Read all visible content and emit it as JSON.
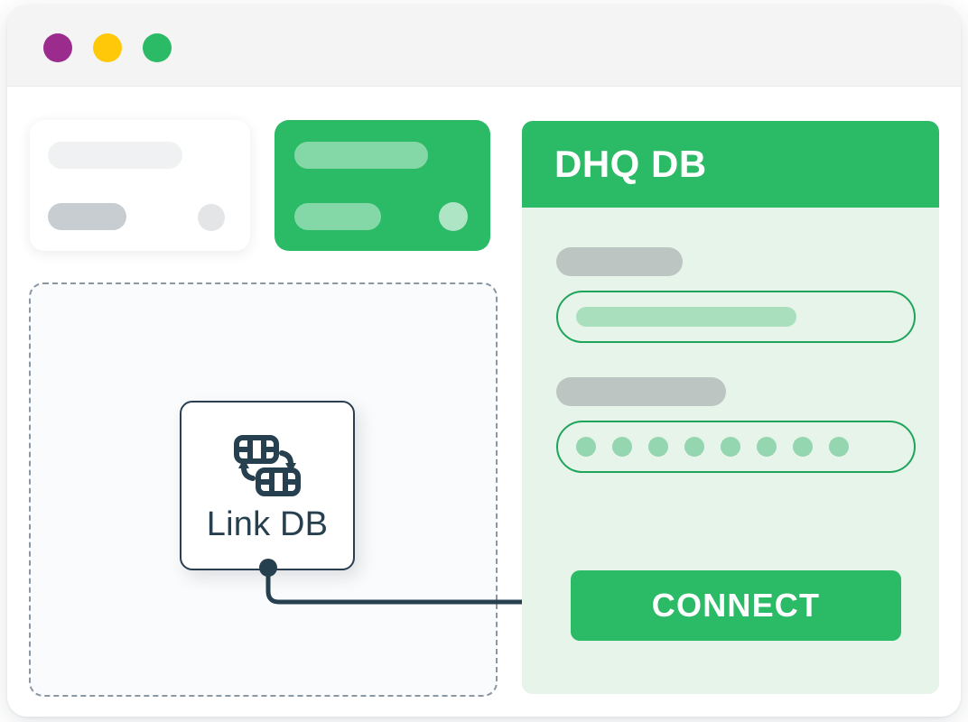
{
  "window": {
    "traffic_lights": [
      {
        "name": "close-button",
        "color": "#9c2b8e"
      },
      {
        "name": "minimize-button",
        "color": "#ffc808"
      },
      {
        "name": "maximize-button",
        "color": "#2bba66"
      }
    ]
  },
  "canvas": {
    "placeholder_cards": [
      {
        "variant": "white",
        "top_bar_color": "#f0f1f2",
        "bottom_bar_color": "#c8cdd1",
        "circle_color": "#e3e5e7"
      },
      {
        "variant": "green",
        "background": "#2bba66",
        "top_bar_color": "rgba(255,255,255,0.42)",
        "bottom_bar_color": "rgba(255,255,255,0.42)",
        "circle_color": "rgba(255,255,255,0.62)"
      }
    ],
    "dropzone": {
      "border_style": "dashed",
      "border_color": "#8b97a3"
    },
    "node": {
      "label": "Link DB",
      "icon": "database-sync-icon",
      "border_color": "#2a4052",
      "text_color": "#27404f",
      "port": "output-port"
    },
    "connector": {
      "color": "#27404f",
      "arrow": "arrow-head-right"
    }
  },
  "form_panel": {
    "title": "DHQ DB",
    "header_color": "#2bba66",
    "body_color": "#e6f4ea",
    "fields": [
      {
        "name": "username-field",
        "label_placeholder": true,
        "value_masked": false,
        "value_bar_color": "#aadfbe",
        "border_color": "#1fa45b"
      },
      {
        "name": "password-field",
        "label_placeholder": true,
        "value_masked": true,
        "masked_dot_count": 8,
        "dot_color": "#94d6b0",
        "border_color": "#1fa45b"
      }
    ],
    "submit": {
      "label": "CONNECT",
      "color": "#2bba66",
      "text_color": "#ffffff"
    }
  }
}
